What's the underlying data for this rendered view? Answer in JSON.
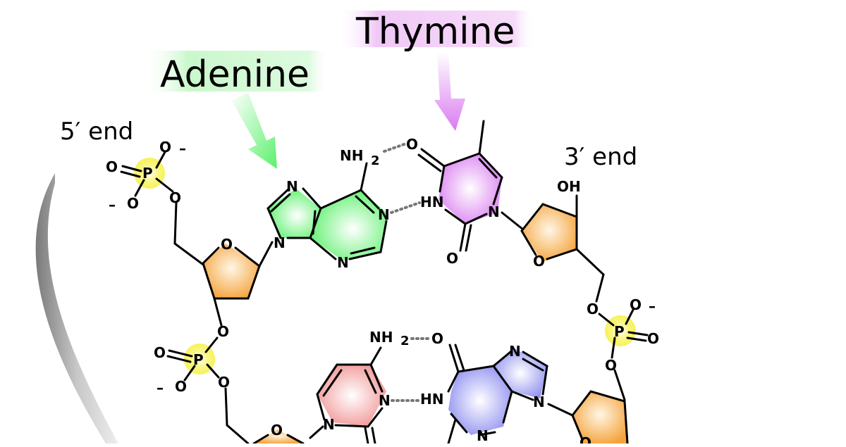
{
  "labels": {
    "adenine": "Adenine",
    "thymine": "Thymine",
    "five_end": "5′ end",
    "three_end": "3′ end"
  },
  "atoms": {
    "O": "O",
    "N": "N",
    "P": "P",
    "NH": "NH",
    "HN": "HN",
    "OH": "OH",
    "subscript_2": "2",
    "minus": "–"
  },
  "colors": {
    "adenine": "#5cf06c",
    "thymine": "#d97bf0",
    "cytosine": "#f08f8f",
    "guanine": "#8c8cf0",
    "sugar": "#f4a33a",
    "phosphate": "#f6f25a",
    "backbone_band": "#999999"
  }
}
